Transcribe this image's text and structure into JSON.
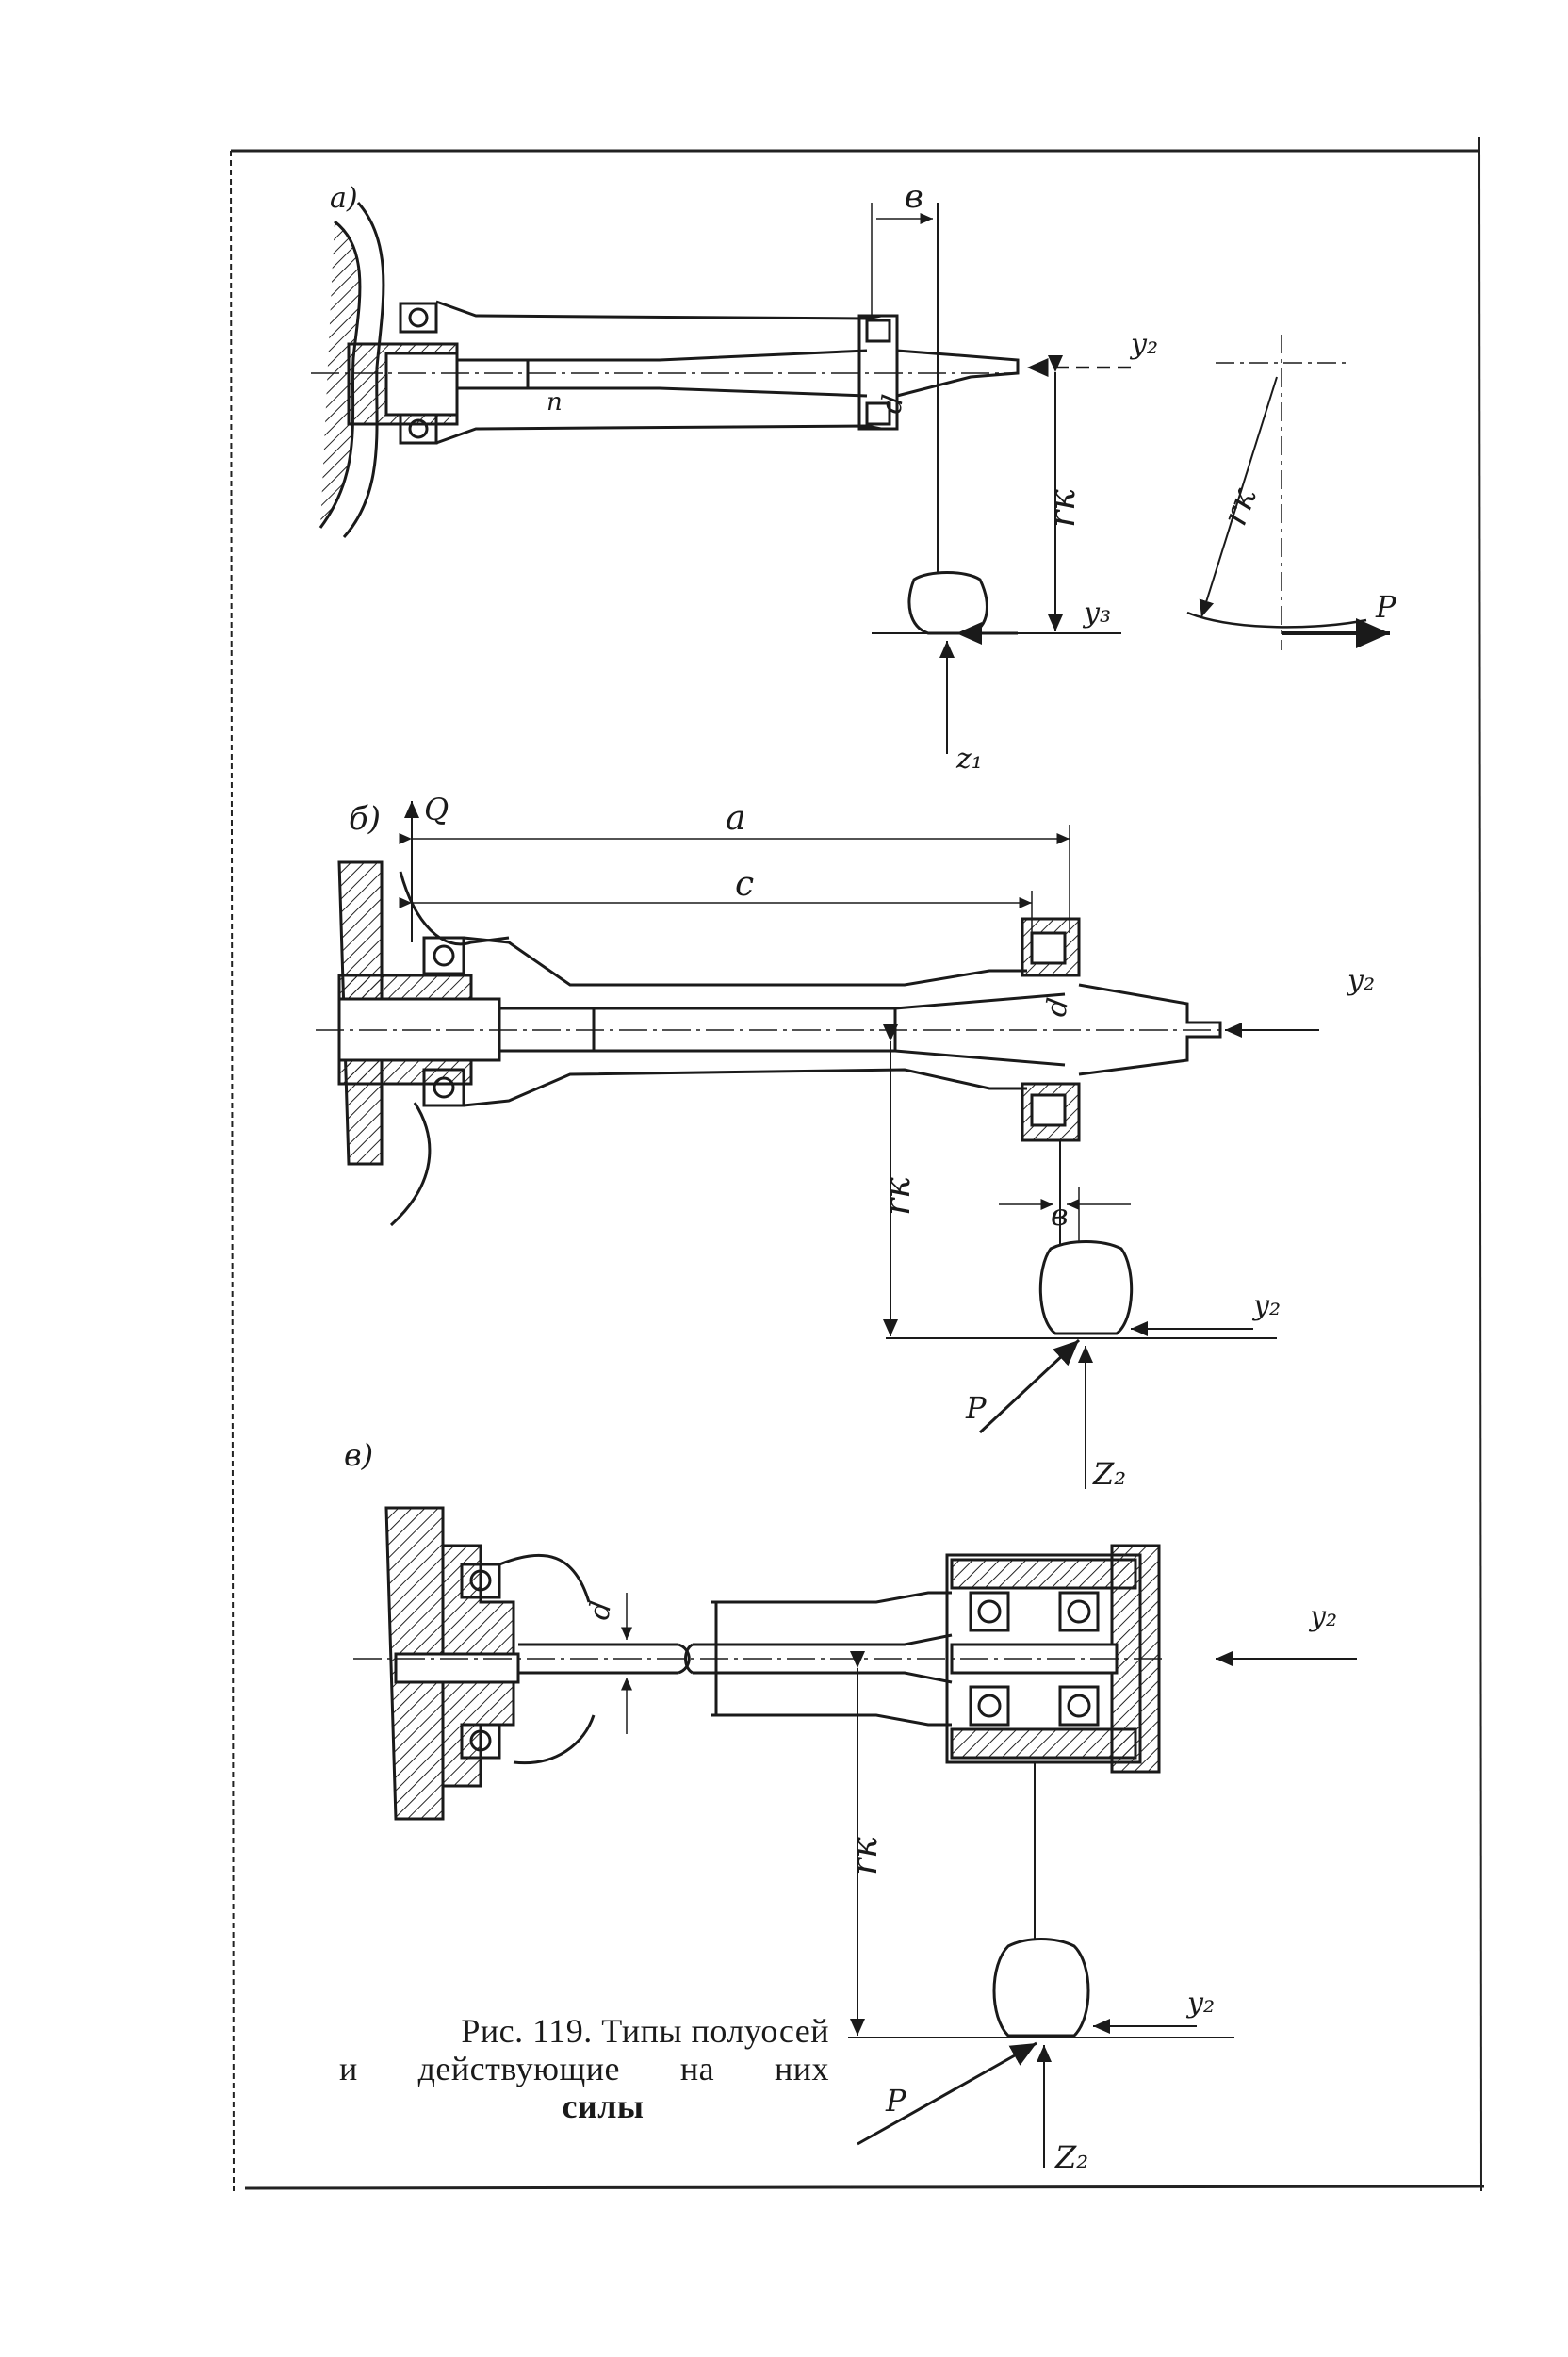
{
  "figure": {
    "caption": {
      "line1": "Рис. 119. Типы полуосей",
      "line2": "и действующие на них",
      "line3": "силы"
    },
    "panel_a": {
      "tag": "а)",
      "labels": {
        "b": "в",
        "d": "d",
        "n": "n",
        "y2": "y₂",
        "y3": "y₃",
        "rk": "rк",
        "z1": "z₁",
        "rk_inset": "rк",
        "p_inset": "P"
      }
    },
    "panel_b": {
      "tag": "б)",
      "labels": {
        "q": "Q",
        "a": "a",
        "c": "c",
        "d": "d",
        "y2_top": "y₂",
        "rk": "rк",
        "b": "в",
        "y2_bottom": "y₂",
        "p": "P",
        "z2": "Z₂"
      }
    },
    "panel_v": {
      "tag": "в)",
      "labels": {
        "d": "d",
        "y2_top": "y₂",
        "rk": "rк",
        "y2_bottom": "y₂",
        "p": "P",
        "z2": "Z₂"
      }
    }
  }
}
